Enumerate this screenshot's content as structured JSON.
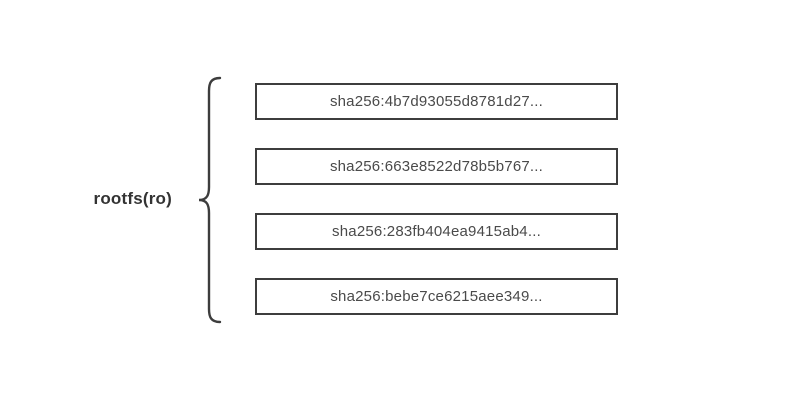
{
  "diagram": {
    "label": "rootfs(ro)",
    "layers": [
      "sha256:4b7d93055d8781d27...",
      "sha256:663e8522d78b5b767...",
      "sha256:283fb404ea9415ab4...",
      "sha256:bebe7ce6215aee349..."
    ],
    "colors": {
      "border": "#3d3d3d",
      "brace": "#3d3d3d",
      "layer_text": "#4a4a4a",
      "label_text": "#333333",
      "background": "#ffffff"
    }
  }
}
